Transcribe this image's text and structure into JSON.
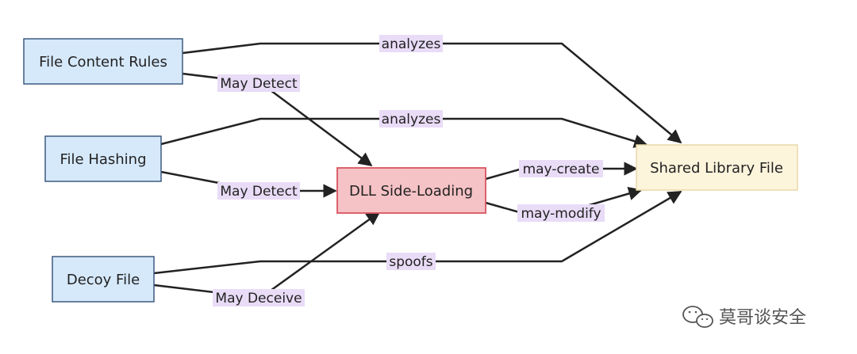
{
  "nodes": {
    "file_content_rules": "File Content Rules",
    "file_hashing": "File Hashing",
    "decoy_file": "Decoy File",
    "dll_side_loading": "DLL Side-Loading",
    "shared_library_file": "Shared Library File"
  },
  "edges": {
    "fcr_analyzes": "analyzes",
    "fcr_may_detect": "May Detect",
    "fh_analyzes": "analyzes",
    "fh_may_detect": "May Detect",
    "df_spoofs": "spoofs",
    "df_may_deceive": "May Deceive",
    "dll_may_create": "may-create",
    "dll_may_modify": "may-modify"
  },
  "watermark": {
    "text": "莫哥谈安全",
    "icon": "wechat-icon"
  },
  "colors": {
    "source_node_fill": "#d6e9fb",
    "source_node_stroke": "#3d5a80",
    "technique_node_fill": "#f5c2c6",
    "technique_node_stroke": "#d9545e",
    "target_node_fill": "#fdf4dc",
    "target_node_stroke": "#e8d9a8",
    "edge_label_bg": "#e9dcf7",
    "edge_stroke": "#222222"
  }
}
